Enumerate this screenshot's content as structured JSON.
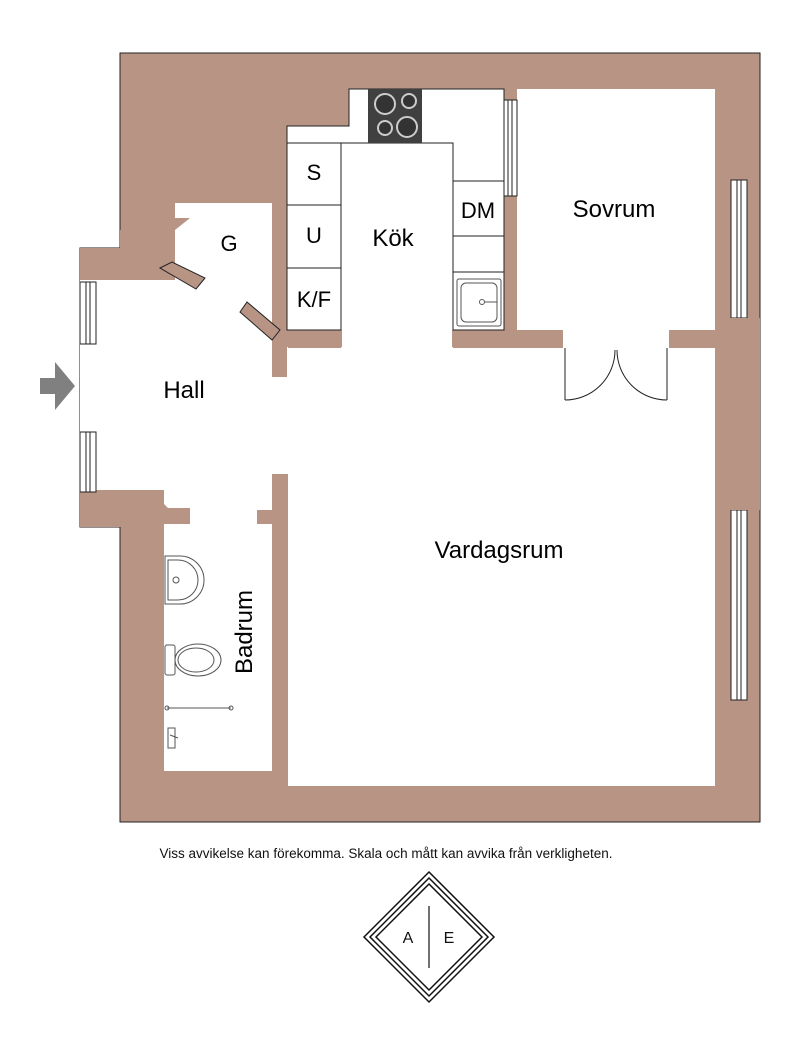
{
  "colors": {
    "wall": "#b89485",
    "wall_outline": "#222222",
    "floor": "#ffffff",
    "arrow": "#808080",
    "fixture": "#555555",
    "stove": "#404040"
  },
  "rooms": {
    "hall": "Hall",
    "garderob": "G",
    "kok": "Kök",
    "sovrum": "Sovrum",
    "vardagsrum": "Vardagsrum",
    "badrum": "Badrum",
    "cabinet_s": "S",
    "cabinet_u": "U",
    "cabinet_kf": "K/F",
    "cabinet_dm": "DM"
  },
  "icons": {
    "entrance": "entrance-arrow-icon",
    "stove": "stove-icon",
    "kitchen_sink": "kitchen-sink-icon",
    "bathroom_sink": "bathroom-sink-icon",
    "toilet": "toilet-icon",
    "shower": "shower-icon"
  },
  "disclaimer": "Viss avvikelse kan förekomma. Skala och mått kan avvika från verkligheten.",
  "logo": {
    "left": "A",
    "right": "E"
  }
}
